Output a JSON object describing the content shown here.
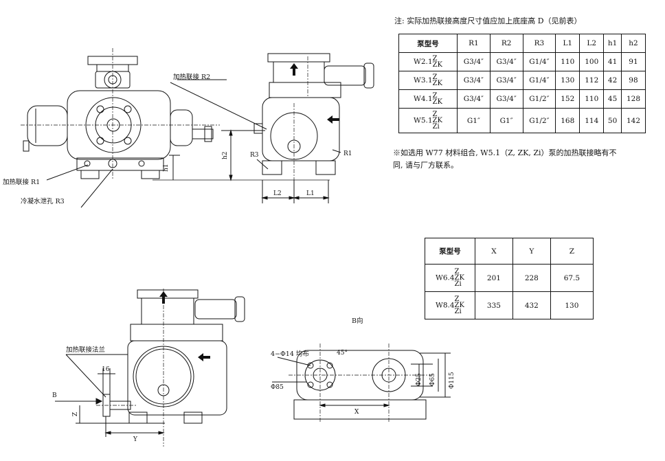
{
  "note_top": "注: 实际加热联接高度尺寸值应加上底座高 D（见前表）",
  "note_bottom_line1": "※如选用 W77 材料组合, W5.1（Z, ZK, Zi）泵的加热联接略有不",
  "note_bottom_line2": "同,   请与厂方联系。",
  "labels": {
    "heating_r2": "加热联接 R2",
    "heating_r1": "加热联接 R1",
    "drain_r3": "冷凝水泄孔 R3",
    "r3": "R3",
    "r1": "R1",
    "l2": "L2",
    "l1": "L1",
    "h1": "h1",
    "h2": "h2",
    "flange": "加热联接法兰",
    "b_arrow": "B",
    "dim_16": "16",
    "dim_z": "Z",
    "dim_y": "Y",
    "b_view": "B向",
    "holes": "4−Φ14 均布",
    "angle": "45°",
    "phi85": "Φ85",
    "phi25": "Φ25",
    "phi65": "Φ65",
    "phi115": "Φ115",
    "dim_x": "X"
  },
  "table1": {
    "headers": [
      "泵型号",
      "R1",
      "R2",
      "R3",
      "L1",
      "L2",
      "h1",
      "h2"
    ],
    "rows": [
      {
        "model": "W2.1",
        "types": [
          "Z",
          "ZK"
        ],
        "r1": "G3/4″",
        "r2": "G3/4″",
        "r3": "G1/4″",
        "l1": "110",
        "l2": "100",
        "h1": "41",
        "h2": "91"
      },
      {
        "model": "W3.1",
        "types": [
          "Z",
          "ZK"
        ],
        "r1": "G3/4″",
        "r2": "G3/4″",
        "r3": "G1/4″",
        "l1": "130",
        "l2": "112",
        "h1": "42",
        "h2": "98"
      },
      {
        "model": "W4.1",
        "types": [
          "Z",
          "ZK"
        ],
        "r1": "G3/4″",
        "r2": "G3/4″",
        "r3": "G1/2″",
        "l1": "152",
        "l2": "110",
        "h1": "45",
        "h2": "128"
      },
      {
        "model": "W5.1",
        "types": [
          "Z",
          "ZK",
          "Zi"
        ],
        "r1": "G1″",
        "r2": "G1″",
        "r3": "G1/2″",
        "l1": "168",
        "l2": "114",
        "h1": "50",
        "h2": "142"
      }
    ]
  },
  "table2": {
    "headers": [
      "泵型号",
      "X",
      "Y",
      "Z"
    ],
    "rows": [
      {
        "model": "W6.4",
        "types": [
          "Z",
          "ZK",
          "Zi"
        ],
        "x": "201",
        "y": "228",
        "z": "67.5"
      },
      {
        "model": "W8.4",
        "types": [
          "Z",
          "ZK",
          "Zi"
        ],
        "x": "335",
        "y": "432",
        "z": "130"
      }
    ]
  }
}
